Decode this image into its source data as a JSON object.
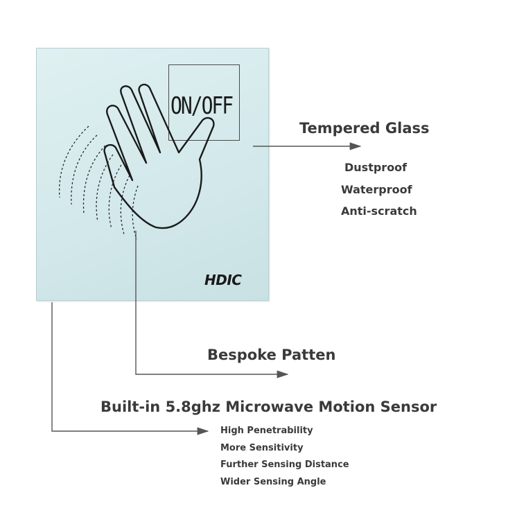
{
  "panel": {
    "switch_label": "ON/OFF",
    "brand_logo": "HDIC",
    "glass_color": "#d6ebec"
  },
  "callouts": {
    "tempered": {
      "title": "Tempered Glass",
      "features": [
        "Dustproof",
        "Waterproof",
        "Anti-scratch"
      ]
    },
    "bespoke": {
      "title": "Bespoke Patten"
    },
    "sensor": {
      "title": "Built-in 5.8ghz Microwave Motion Sensor",
      "features": [
        "High Penetrability",
        "More Sensitivity",
        "Further Sensing Distance",
        "Wider Sensing Angle"
      ]
    }
  },
  "icons": [
    "hand-wave-icon",
    "arrow-right-icon"
  ]
}
